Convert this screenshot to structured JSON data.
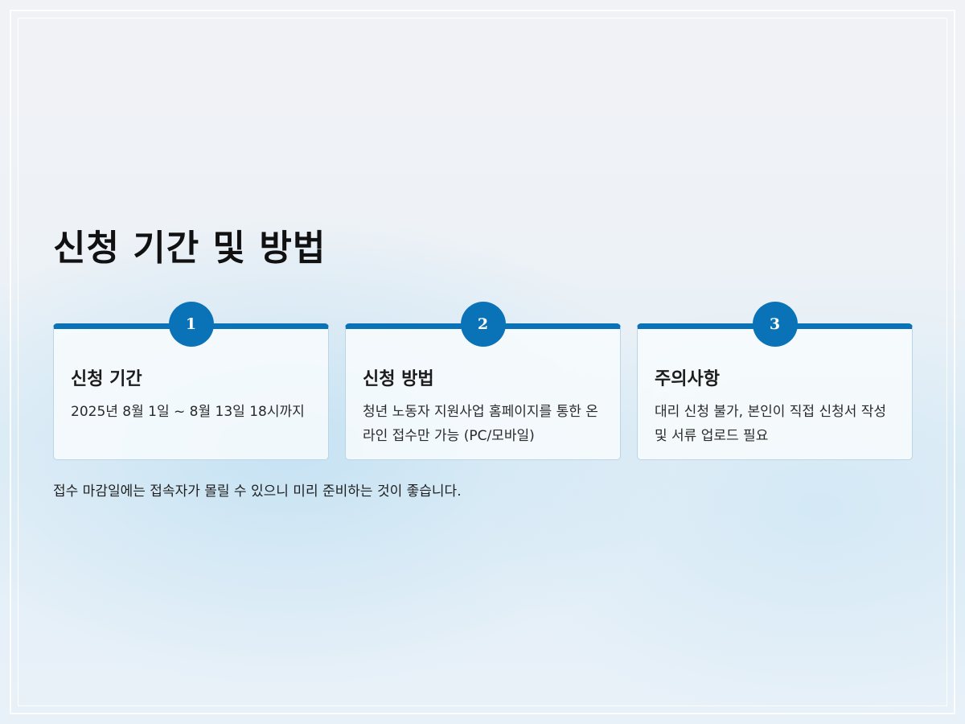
{
  "title": "신청 기간 및 방법",
  "steps": [
    {
      "number": "1",
      "title": "신청 기간",
      "text": "2025년 8월 1일 ~ 8월 13일 18시까지"
    },
    {
      "number": "2",
      "title": "신청 방법",
      "text": "청년 노동자 지원사업 홈페이지를 통한 온라인 접수만 가능 (PC/모바일)"
    },
    {
      "number": "3",
      "title": "주의사항",
      "text": "대리 신청 불가, 본인이 직접 신청서 작성 및 서류 업로드 필요"
    }
  ],
  "note": "접수 마감일에는 접속자가 몰릴 수 있으니 미리 준비하는 것이 좋습니다.",
  "colors": {
    "accent": "#0a73b8",
    "card_border": "#b9d5e6"
  }
}
